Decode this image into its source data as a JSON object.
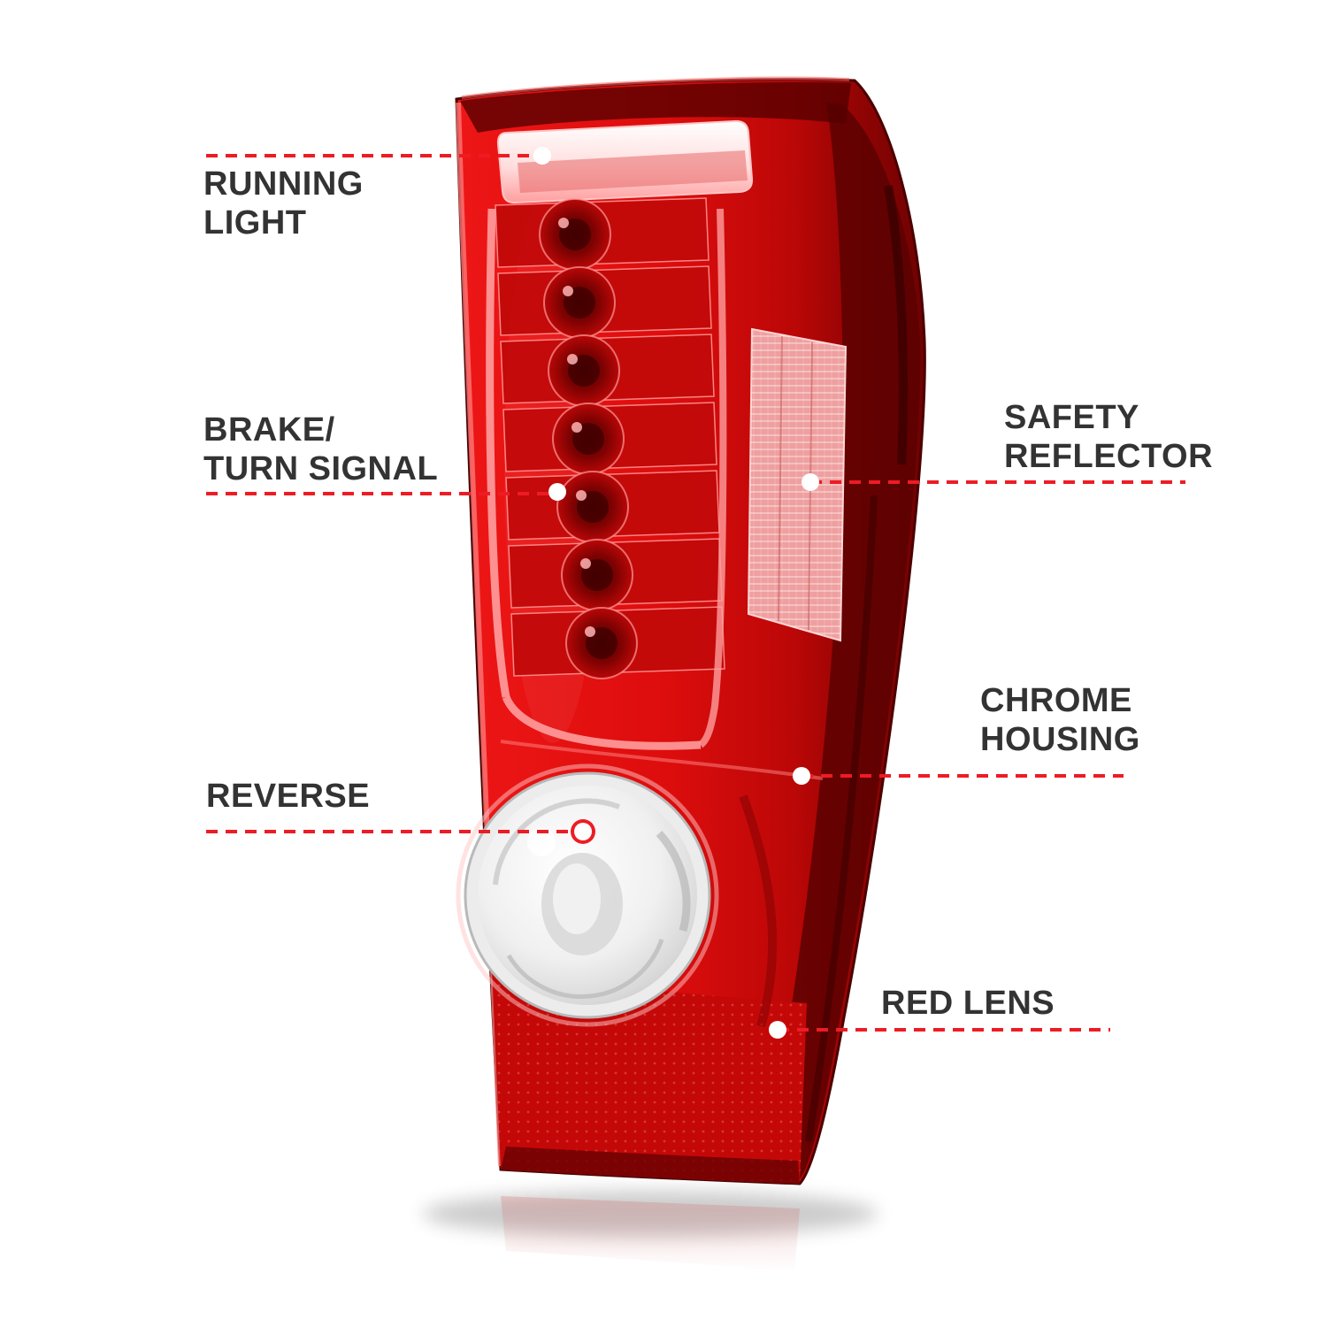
{
  "figure": {
    "background": "#ffffff",
    "accent_red": "#ed1c24",
    "label_color": "#333333",
    "product": "led-tail-light-red-lens"
  },
  "callouts": {
    "running_light": {
      "lines": [
        "RUNNING",
        "LIGHT"
      ]
    },
    "brake_turn_signal": {
      "lines": [
        "BRAKE/",
        "TURN SIGNAL"
      ]
    },
    "reverse": {
      "lines": [
        "REVERSE"
      ]
    },
    "safety_reflector": {
      "lines": [
        "SAFETY",
        "REFLECTOR"
      ]
    },
    "chrome_housing": {
      "lines": [
        "CHROME",
        "HOUSING"
      ]
    },
    "red_lens": {
      "lines": [
        "RED LENS"
      ]
    }
  }
}
